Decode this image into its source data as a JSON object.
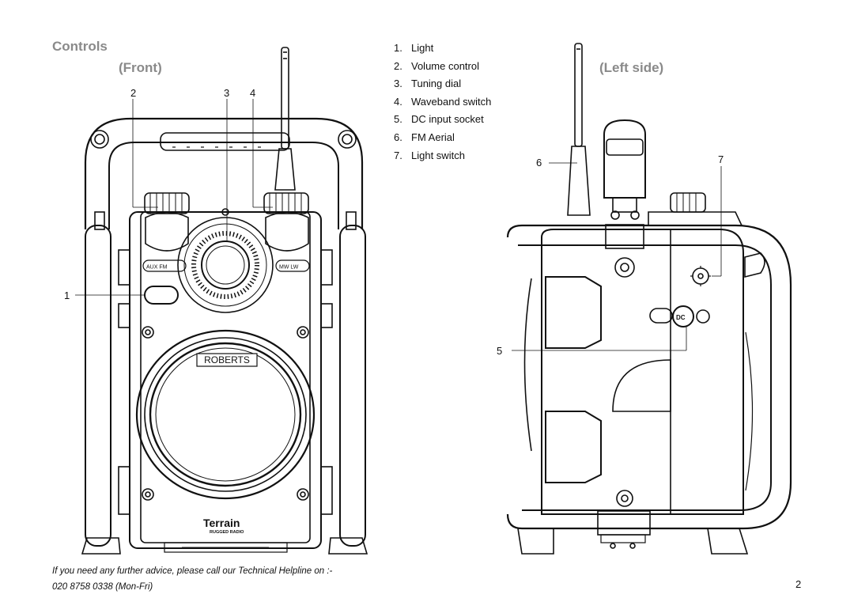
{
  "headings": {
    "controls": "Controls",
    "front": "(Front)",
    "left_side": "(Left side)"
  },
  "legend": [
    {
      "num": "1.",
      "label": "Light"
    },
    {
      "num": "2.",
      "label": "Volume control"
    },
    {
      "num": "3.",
      "label": "Tuning dial"
    },
    {
      "num": "4.",
      "label": "Waveband  switch"
    },
    {
      "num": "5.",
      "label": "DC input socket"
    },
    {
      "num": "6.",
      "label": "FM Aerial"
    },
    {
      "num": "7.",
      "label": "Light  switch"
    }
  ],
  "callouts": {
    "front_2": "2",
    "front_3": "3",
    "front_4": "4",
    "front_1": "1",
    "side_6": "6",
    "side_7": "7",
    "side_5": "5"
  },
  "device_labels": {
    "aux_fm": "AUX  FM",
    "mw_lw": "MW  LW",
    "brand": "ROBERTS",
    "model": "Terrain",
    "model_sub": "RUGGED RADIO",
    "dc": "DC"
  },
  "footer": {
    "line1": "If you need any further advice, please call our Technical Helpline on :-",
    "line2": "020 8758 0338 (Mon-Fri)"
  },
  "page_number": "2"
}
